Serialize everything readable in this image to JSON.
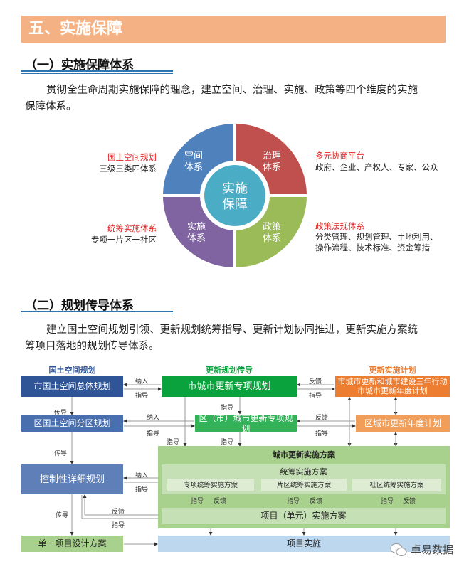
{
  "section_title": "五、实施保障",
  "sub1": {
    "title": "（一）实施保障体系",
    "paragraph": [
      "贯彻全生命周期实施保障的理念，建立空间、治理、实施、政策等四个维度的实施",
      "保障体系。"
    ]
  },
  "ring": {
    "center": "实施\n保障",
    "center_lines": [
      "实施",
      "保障"
    ],
    "quadrants": [
      {
        "l1": "空间",
        "l2": "体系",
        "color": "#4f81bd"
      },
      {
        "l1": "治理",
        "l2": "体系",
        "color": "#c0504d"
      },
      {
        "l1": "政策",
        "l2": "体系",
        "color": "#9bbb59"
      },
      {
        "l1": "实施",
        "l2": "体系",
        "color": "#8064a2"
      }
    ],
    "notes": {
      "tl": {
        "title": "国土空间规划",
        "text": "三级三类四体系"
      },
      "bl": {
        "title": "统筹实施体系",
        "text": "专项一片区一社区"
      },
      "tr": {
        "title": "多元协商平台",
        "text": "政府、企业、产权人、专家、公众"
      },
      "br": {
        "title": "政策法规体系",
        "text1": "分类管理、规划管理、土地利用、",
        "text2": "操作流程、技术标准、资金筹措"
      }
    }
  },
  "sub2": {
    "title": "（二）规划传导体系",
    "paragraph": [
      "建立国土空间规划引领、更新规划统筹指导、更新计划协同推进，更新实施方案统",
      "筹项目落地的规划传导体系。"
    ]
  },
  "diagram": {
    "headers": {
      "left": "国土空间规划",
      "mid": "更新规划传导",
      "right": "更新实施计划"
    },
    "boxes": {
      "city_master": "市国土空间总体规划",
      "district_master": "区国土空间分区规划",
      "detailed": "控制性详细规划",
      "single_design": "单一项目设计方案",
      "city_renewal": "市城市更新专项规划",
      "district_renewal": "区（市）城市更新专项规划",
      "three_year_1": "市城市更新和城市建设三年行动",
      "three_year_2": "市城市更新年度计划",
      "district_annual": "区城市更新年度计划",
      "impl_plan": "城市更新实施方案",
      "coord_plan": "统筹实施方案",
      "sub_special": "专项统筹实施方案",
      "sub_area": "片区统筹实施方案",
      "sub_community": "社区统筹实施方案",
      "project_unit": "项目（单元）实施方案",
      "project_impl": "项目实施"
    },
    "labels": {
      "include": "纳入",
      "guide": "指导",
      "feedback": "反馈",
      "transmit": "传导"
    },
    "colors": {
      "blue_dark": "#2f5597",
      "blue_mid": "#4a6fae",
      "blue_light": "#5f7fb8",
      "green": "#0aa23c",
      "green_mid": "#34b25a",
      "orange": "#ed7d31",
      "orange_light": "#f19e5b",
      "green_pale": "#a9d18e",
      "green_inner": "#c5e0b4",
      "green_sub": "#deecd4",
      "light_blue": "#bdd7ee",
      "single": "#a9d18e"
    }
  },
  "watermark": "卓易数据"
}
